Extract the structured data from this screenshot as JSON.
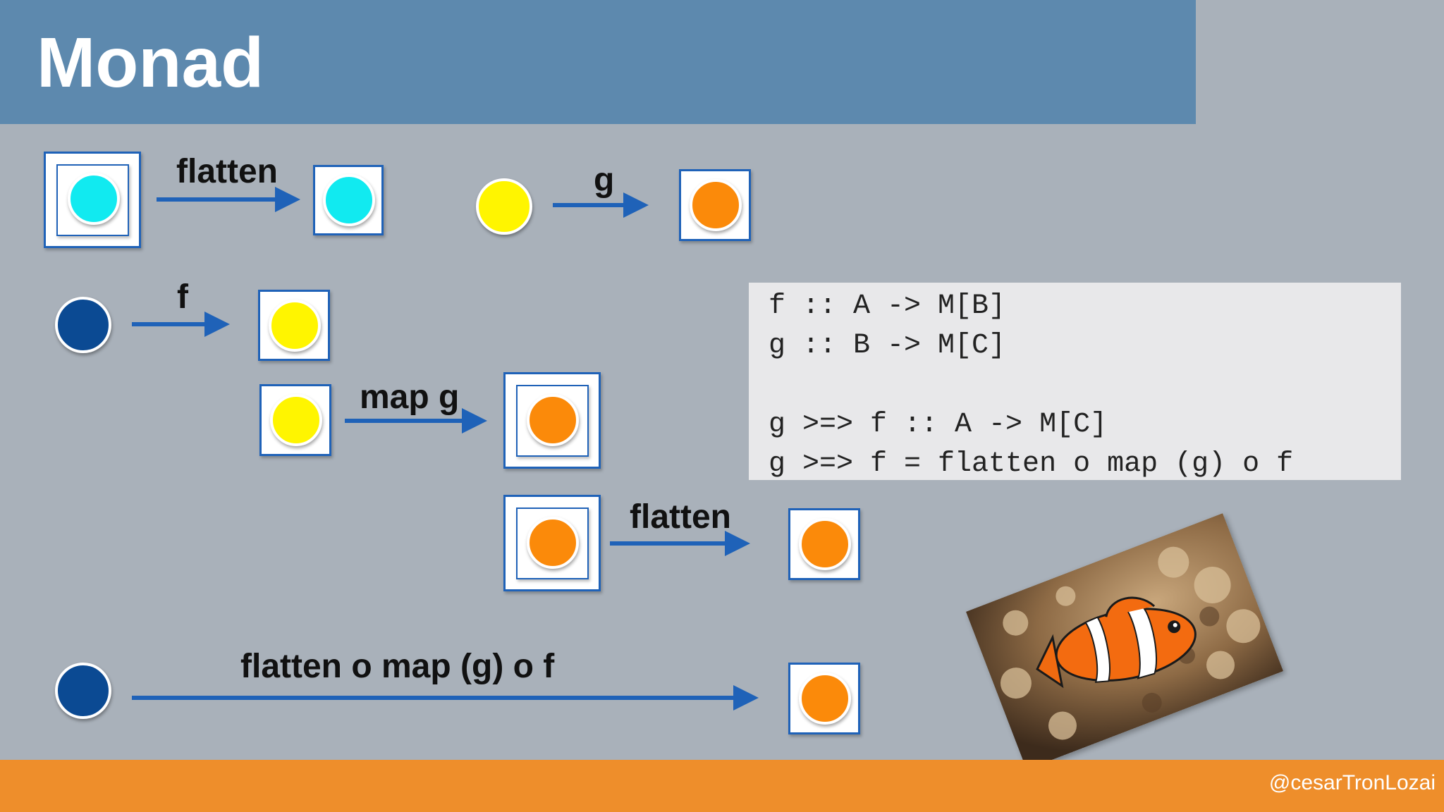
{
  "slide": {
    "title": "Monad",
    "handle": "@cesarTronLozai"
  },
  "labels": {
    "flatten_top": "flatten",
    "g": "g",
    "f": "f",
    "map_g": "map g",
    "flatten_mid": "flatten",
    "composition": "flatten o map (g)  o f"
  },
  "code": {
    "lines": [
      "f :: A -> M[B]",
      "g :: B -> M[C]",
      "",
      "g >=> f :: A -> M[C]",
      "g >=> f = flatten o map (g) o f"
    ]
  },
  "colors": {
    "title_bar": "#5d89ae",
    "background": "#a9b1ba",
    "footer": "#ee8e2b",
    "arrow": "#1f62b8",
    "cyan": "#11eaf0",
    "yellow": "#fff500",
    "orange": "#fb8a0a",
    "navy": "#0b4a93"
  }
}
